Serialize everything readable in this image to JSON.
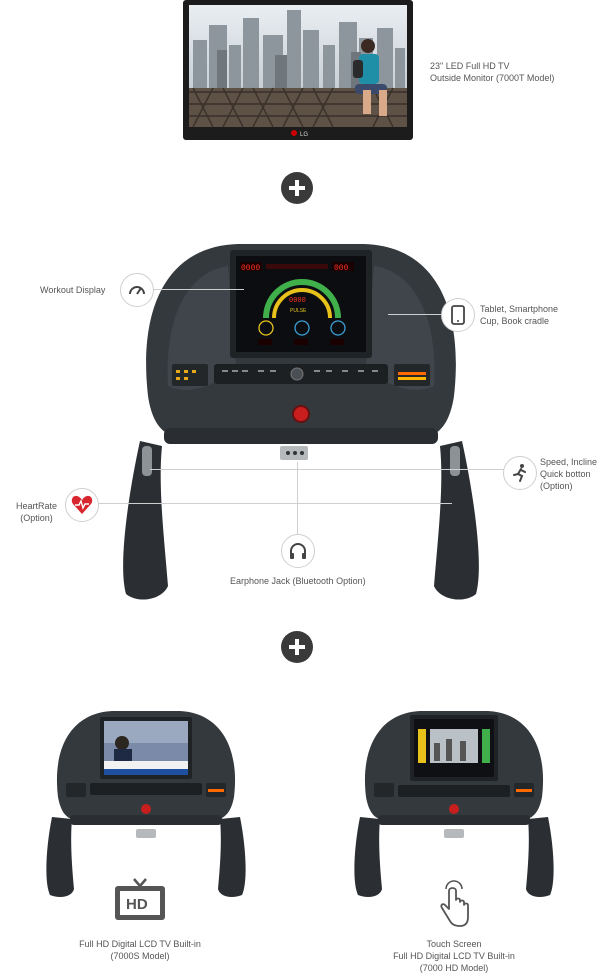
{
  "monitor": {
    "line1": "23\" LED Full HD TV",
    "line2": "Outside Monitor (7000T Model)",
    "brand": "LG"
  },
  "features": {
    "workout": "Workout Display",
    "tablet_line1": "Tablet, Smartphone",
    "tablet_line2": "Cup, Book cradle",
    "speed_line1": "Speed, Incline",
    "speed_line2": "Quick botton",
    "speed_line3": "(Option)",
    "heart_line1": "HeartRate",
    "heart_line2": "(Option)",
    "earphone": "Earphone Jack (Bluetooth Option)"
  },
  "display": {
    "left_readout": "0000",
    "right_readout": "000",
    "center_readout": "0000",
    "screen_text": "PULSE"
  },
  "models": {
    "left_line1": "Full HD Digital LCD TV Built-in",
    "left_line2": "(7000S Model)",
    "left_icon_text": "HD",
    "right_line1": "Touch Screen",
    "right_line2": "Full HD Digital LCD TV Built-in",
    "right_line3": "(7000 HD Model)"
  }
}
